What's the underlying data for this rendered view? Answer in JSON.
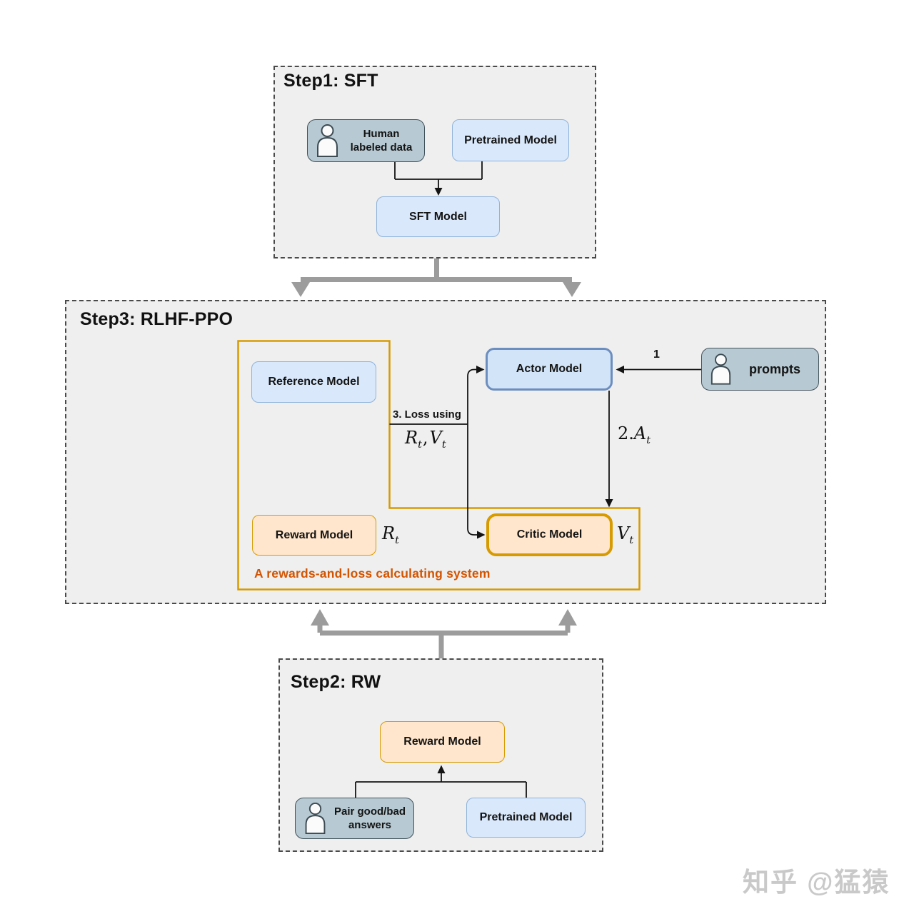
{
  "colors": {
    "accent-orange": "#d79b00",
    "orange-text": "#d35400",
    "blue-fill": "#d9e8fb",
    "blue-border-thin": "#8fb3da",
    "blue-border-thick": "#6c8ebf",
    "grayblue-fill": "#b7c9d2",
    "grayblue-border": "#42525b",
    "peach-fill": "#ffe6cc",
    "group-bg": "#efefef",
    "dash-border": "#4a4a4a",
    "gray-arrow": "#9c9c9c",
    "watermark-gray": "#c9c9c9"
  },
  "step1": {
    "title": "Step1: SFT",
    "human_label": "Human labeled data",
    "pretrained_label": "Pretrained Model",
    "sft_label": "SFT Model"
  },
  "step3": {
    "title": "Step3: RLHF-PPO",
    "reference_label": "Reference Model",
    "actor_label": "Actor Model",
    "prompts_label": "prompts",
    "arrow1_label": "1",
    "loss_label": "3. Loss using",
    "reward_label": "Reward Model",
    "critic_label": "Critic Model",
    "system_label": "A rewards-and-loss calculating system"
  },
  "step2": {
    "title": "Step2: RW",
    "reward_label": "Reward Model",
    "pair_label": "Pair good/bad answers",
    "pretrained_label": "Pretrained Model"
  },
  "math": {
    "loss_r": "R",
    "loss_r_sub": "t",
    "loss_sep": ",",
    "loss_v": "V",
    "loss_v_sub": "t",
    "adv_prefix": "2.",
    "adv_base": "A",
    "adv_sub": "t",
    "reward_base": "R",
    "reward_sub": "t",
    "value_base": "V",
    "value_sub": "t"
  },
  "watermark": "知乎 @猛猿"
}
